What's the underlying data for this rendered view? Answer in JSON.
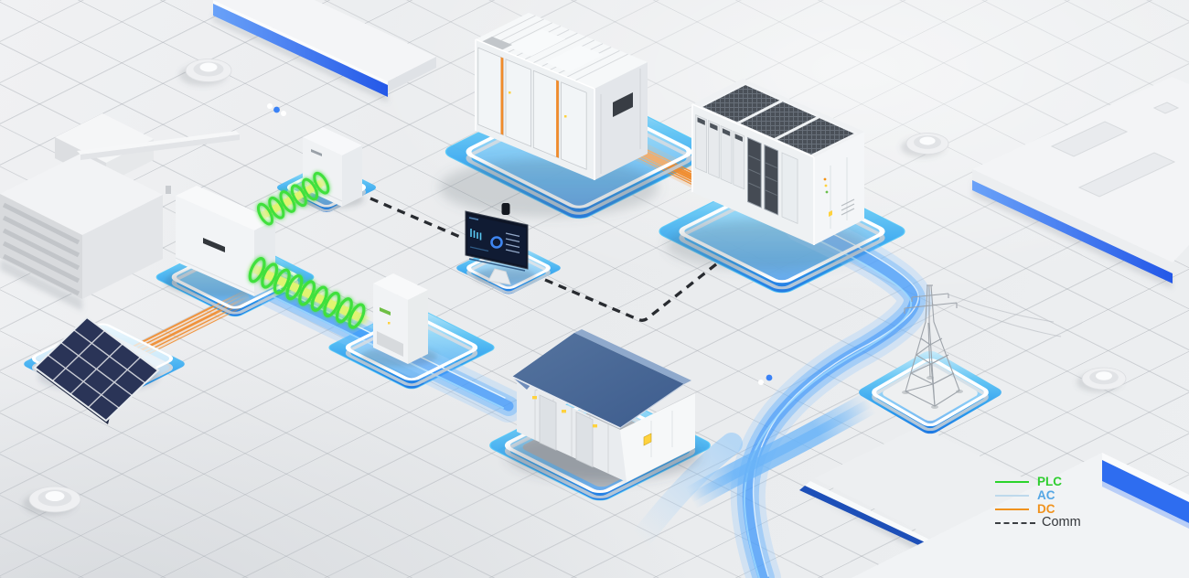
{
  "legend": {
    "items": [
      {
        "id": "plc",
        "label": "PLC",
        "swatch_color": "#2bd42b",
        "text_color": "#2fce2f",
        "style": "solid"
      },
      {
        "id": "ac",
        "label": "AC",
        "swatch_color": "#bed9ec",
        "text_color": "#54a6e4",
        "style": "solid"
      },
      {
        "id": "dc",
        "label": "DC",
        "swatch_color": "#f0921e",
        "text_color": "#f0921e",
        "style": "solid"
      },
      {
        "id": "comm",
        "label": "Comm",
        "swatch_color": "#3b3e42",
        "text_color": "#34373b",
        "style": "dashed"
      }
    ]
  },
  "colors": {
    "ac_ribbon": "#35a4f4",
    "dc_beam": "#f08a2a",
    "plc_coil": "#3fe03c",
    "comm_dash": "#26292d",
    "platform_blue": "#1b79e8",
    "platform_cyan": "#45b9f2",
    "slab_accent_blue": "#2e6df0",
    "slab_accent_dark_blue": "#1d4fb8",
    "building_roof": "#48689a",
    "solar_panel": "#2a3457"
  }
}
